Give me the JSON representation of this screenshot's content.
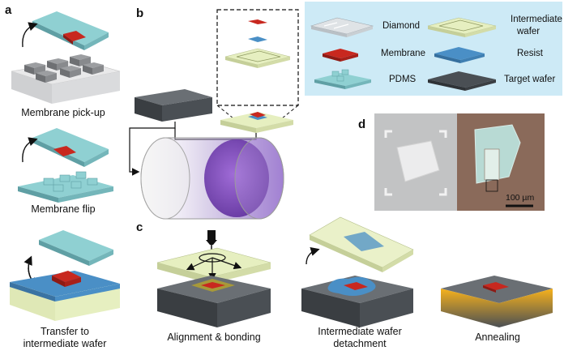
{
  "panels": {
    "a": "a",
    "b": "b",
    "c": "c",
    "d": "d"
  },
  "captions": {
    "pickup": "Membrane pick-up",
    "flip": "Membrane flip",
    "transfer_line1": "Transfer to",
    "transfer_line2": "intermediate wafer",
    "alignment": "Alignment & bonding",
    "detach_line1": "Intermediate wafer",
    "detach_line2": "detachment",
    "annealing": "Annealing"
  },
  "legend": {
    "diamond": "Diamond",
    "intermediate_line1": "Intermediate",
    "intermediate_line2": "wafer",
    "membrane": "Membrane",
    "resist": "Resist",
    "pdms": "PDMS",
    "target": "Target wafer"
  },
  "scale_bar": "100 µm",
  "colors": {
    "pdms": "#8fd0d2",
    "membrane": "#c8281f",
    "diamond": "#dfe3e6",
    "intermediate": "#e6efc0",
    "resist": "#4a8fc6",
    "target": "#4a4f54",
    "legend_bg": "#cdeaf6"
  }
}
